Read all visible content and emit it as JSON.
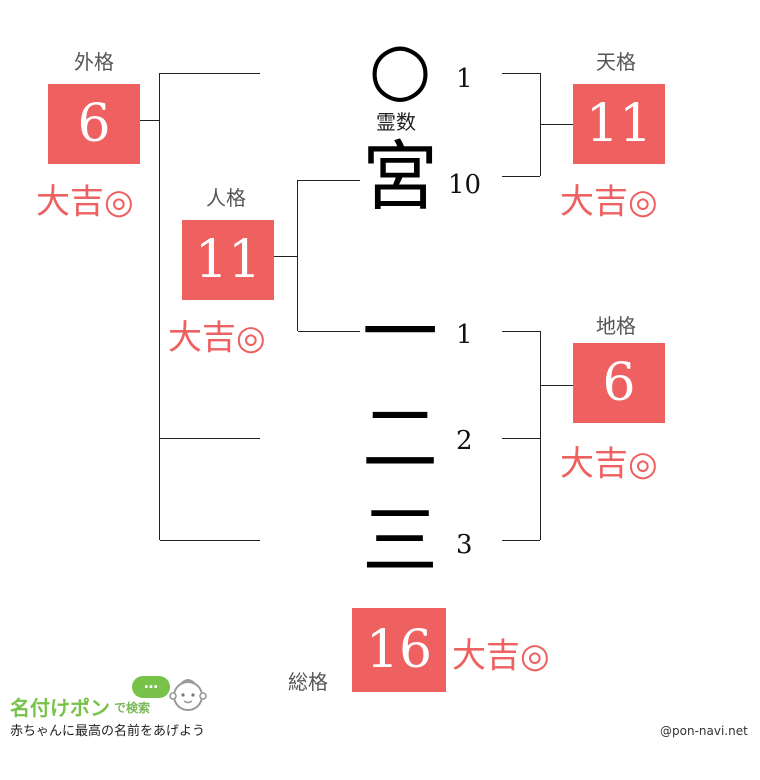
{
  "name_chars": [
    {
      "char": "○",
      "strokes": "1",
      "note": "霊数"
    },
    {
      "char": "宮",
      "strokes": "10"
    },
    {
      "char": "一",
      "strokes": "1"
    },
    {
      "char": "二",
      "strokes": "2"
    },
    {
      "char": "三",
      "strokes": "3"
    }
  ],
  "gaikaku": {
    "label": "外格",
    "value": "6",
    "fortune": "大吉◎"
  },
  "tenkaku": {
    "label": "天格",
    "value": "11",
    "fortune": "大吉◎"
  },
  "jinkaku": {
    "label": "人格",
    "value": "11",
    "fortune": "大吉◎"
  },
  "chikaku": {
    "label": "地格",
    "value": "6",
    "fortune": "大吉◎"
  },
  "soukaku": {
    "label": "総格",
    "value": "16",
    "fortune": "大吉◎"
  },
  "logo": {
    "title": "名付けポン",
    "subtitle": "で検索",
    "bubble": "…",
    "tagline": "赤ちゃんに最高の名前をあげよう"
  },
  "site": "@pon-navi.net",
  "colors": {
    "accent": "#ef6060",
    "logo": "#78c24a"
  }
}
